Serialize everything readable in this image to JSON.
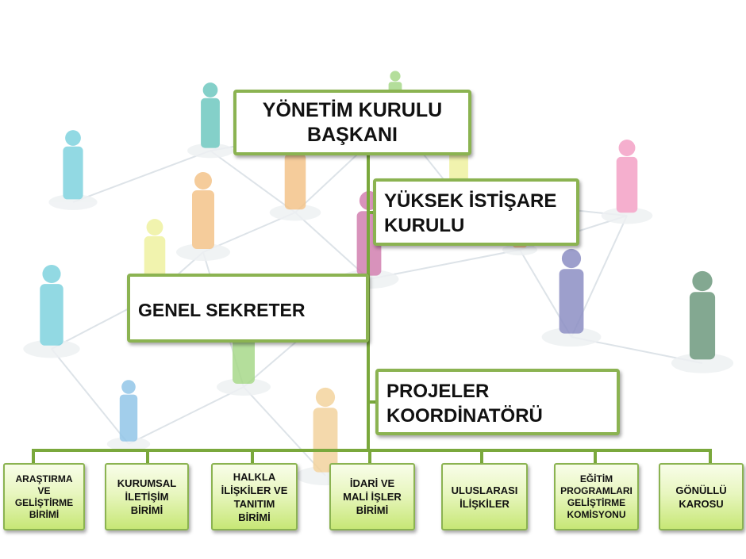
{
  "diagram": {
    "top": {
      "lines": [
        "YÖNETİM KURULU",
        "BAŞKANI"
      ]
    },
    "advisory": {
      "lines": [
        "YÜKSEK İSTİŞARE",
        "KURULU"
      ]
    },
    "secretary": {
      "lines": [
        "GENEL SEKRETER"
      ]
    },
    "projects": {
      "lines": [
        "PROJELER",
        "KOORDİNATÖRÜ"
      ]
    },
    "units": [
      {
        "lines": [
          "ARAŞTIRMA",
          "VE",
          "GELİŞTİRME",
          "BİRİMİ"
        ]
      },
      {
        "lines": [
          "KURUMSAL",
          "İLETİŞİM",
          "BİRİMİ"
        ]
      },
      {
        "lines": [
          "HALKLA",
          "İLİŞKİLER VE",
          "TANITIM",
          "BİRİMİ"
        ]
      },
      {
        "lines": [
          "İDARİ VE",
          "MALİ İŞLER",
          "BİRİMİ"
        ]
      },
      {
        "lines": [
          "ULUSLARASI",
          "İLİŞKİLER"
        ]
      },
      {
        "lines": [
          "EĞİTİM",
          "PROGRAMLARI",
          "GELİŞTİRME",
          "KOMİSYONU"
        ]
      },
      {
        "lines": [
          "GÖNÜLLÜ",
          "KAROSU"
        ]
      }
    ]
  },
  "colors": {
    "border": "#8bb351",
    "connector": "#7aa83c",
    "people": [
      "#7fd3df",
      "#6fc8c0",
      "#a8d98a",
      "#f4c48a",
      "#f3d39e",
      "#f4a2c6",
      "#d27fb0",
      "#eff2a0",
      "#8d8fc4",
      "#6e9a7e",
      "#92c6e8"
    ]
  }
}
